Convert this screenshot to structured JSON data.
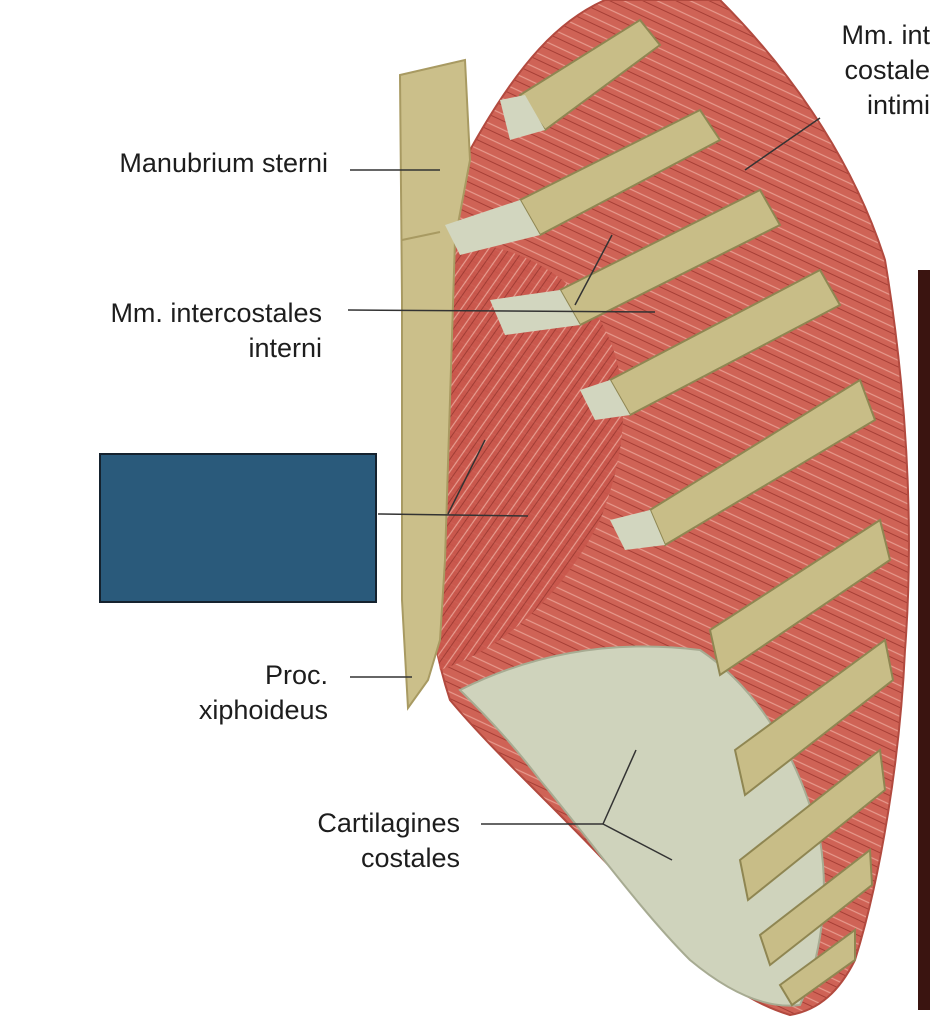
{
  "labels": {
    "manubrium": "Manubrium sterni",
    "intercostales_interni": [
      "Mm. intercostales",
      "interni"
    ],
    "xiphoid": [
      "Proc.",
      "xiphoideus"
    ],
    "cartilagines": [
      "Cartilagines",
      "costales"
    ],
    "intimi_partial": [
      "Mm. int",
      "costale",
      "intimi"
    ]
  },
  "colors": {
    "mask_box": "#2a5a7b",
    "muscle": "#c9574c",
    "bone": "#cbc08e",
    "cartilage": "#cfd3bc",
    "leader_line": "#333333"
  }
}
